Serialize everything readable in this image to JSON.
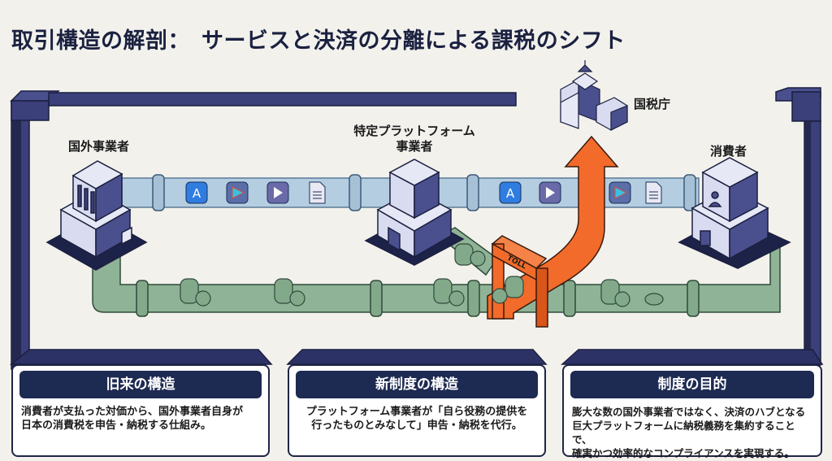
{
  "title": "取引構造の解剖：　サービスと決済の分離による課税のシフト",
  "nodes": {
    "foreign_business": "国外事業者",
    "platform_line1": "特定プラットフォーム",
    "platform_line2": "事業者",
    "tax_agency": "国税庁",
    "consumer": "消費者"
  },
  "service_pipe_icons": [
    "app-store-icon",
    "google-play-icon",
    "video-player-icon",
    "document-icon"
  ],
  "toll_label": "TOLL",
  "colors": {
    "navy": "#1d2a52",
    "frame": "#3b3f7a",
    "service_pipe": "#b4cde0",
    "payment_pipe": "#8fb396",
    "tax_arrow": "#f26b2a"
  },
  "cards": [
    {
      "heading": "旧来の構造",
      "line1": "消費者が支払った対価から、国外事業者自身が",
      "line2": "日本の消費税を申告・納税する仕組み。",
      "line3": ""
    },
    {
      "heading": "新制度の構造",
      "line1": "プラットフォーム事業者が「自ら役務の提供を",
      "line2": "行ったものとみなして」申告・納税を代行。",
      "line3": ""
    },
    {
      "heading": "制度の目的",
      "line1": "膨大な数の国外事業者ではなく、決済のハブとなる",
      "line2": "巨大プラットフォームに納税義務を集約することで、",
      "line3": "確実かつ効率的なコンプライアンスを実現する。"
    }
  ]
}
